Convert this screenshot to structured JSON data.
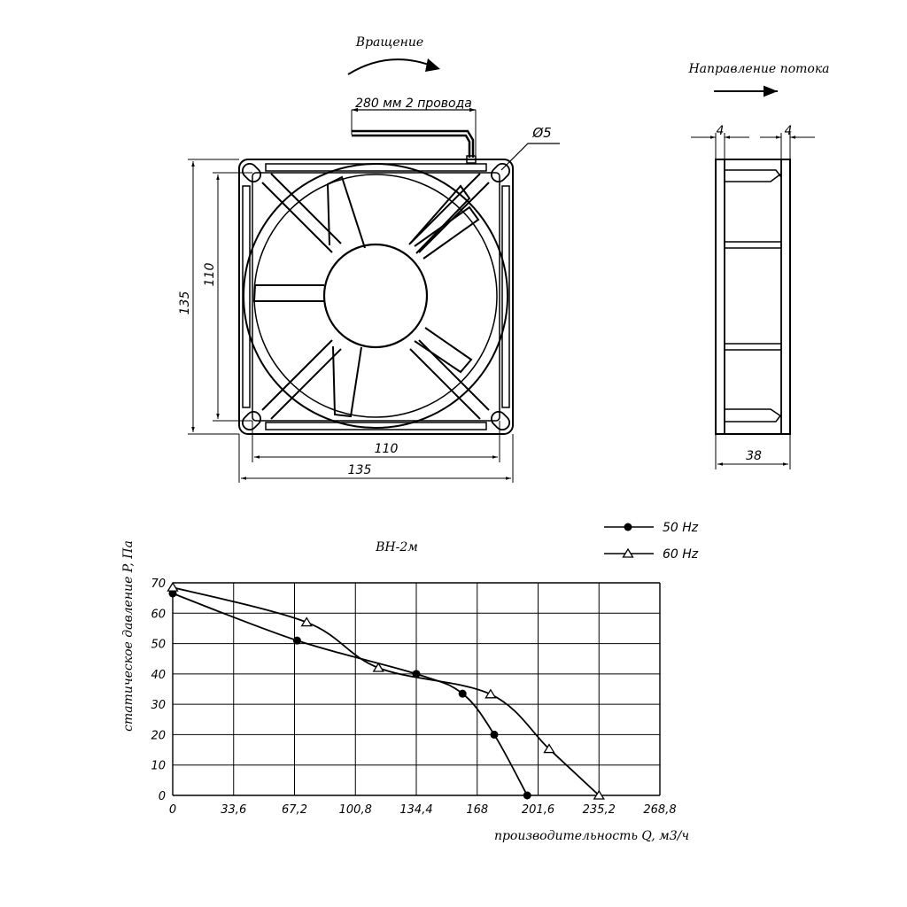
{
  "drawing": {
    "rotation_label": "Вращение",
    "flow_label": "Направление потока",
    "wire_label": "280 мм 2 провода",
    "hole_label": "Ø5",
    "dim_width_outer": "135",
    "dim_width_inner": "110",
    "dim_height_outer": "135",
    "dim_height_inner": "110",
    "dim_side_depth": "38",
    "dim_side_flange_left": "4",
    "dim_side_flange_right": "4"
  },
  "chart_data": {
    "type": "line",
    "title": "ВН-2м",
    "xlabel": "производительность Q, м3/ч",
    "ylabel": "статическое давление P, Па",
    "xlim": [
      0,
      268.8
    ],
    "ylim": [
      0,
      70
    ],
    "x_ticks": [
      "0",
      "33,6",
      "67,2",
      "100,8",
      "134,4",
      "168",
      "201,6",
      "235,2",
      "268,8"
    ],
    "y_ticks": [
      "0",
      "10",
      "20",
      "30",
      "40",
      "50",
      "60",
      "70"
    ],
    "grid": true,
    "legend_position": "top-right",
    "series": [
      {
        "name": "50 Hz",
        "marker": "circle",
        "x": [
          0,
          68.6,
          134.4,
          159.9,
          177.4,
          195.6
        ],
        "y": [
          66.5,
          51,
          40,
          33.5,
          20,
          0
        ]
      },
      {
        "name": "60 Hz",
        "marker": "triangle",
        "x": [
          0,
          73.9,
          113.5,
          175.4,
          207.7,
          235.2
        ],
        "y": [
          68.5,
          57,
          42,
          33.3,
          15.3,
          0
        ]
      }
    ]
  }
}
